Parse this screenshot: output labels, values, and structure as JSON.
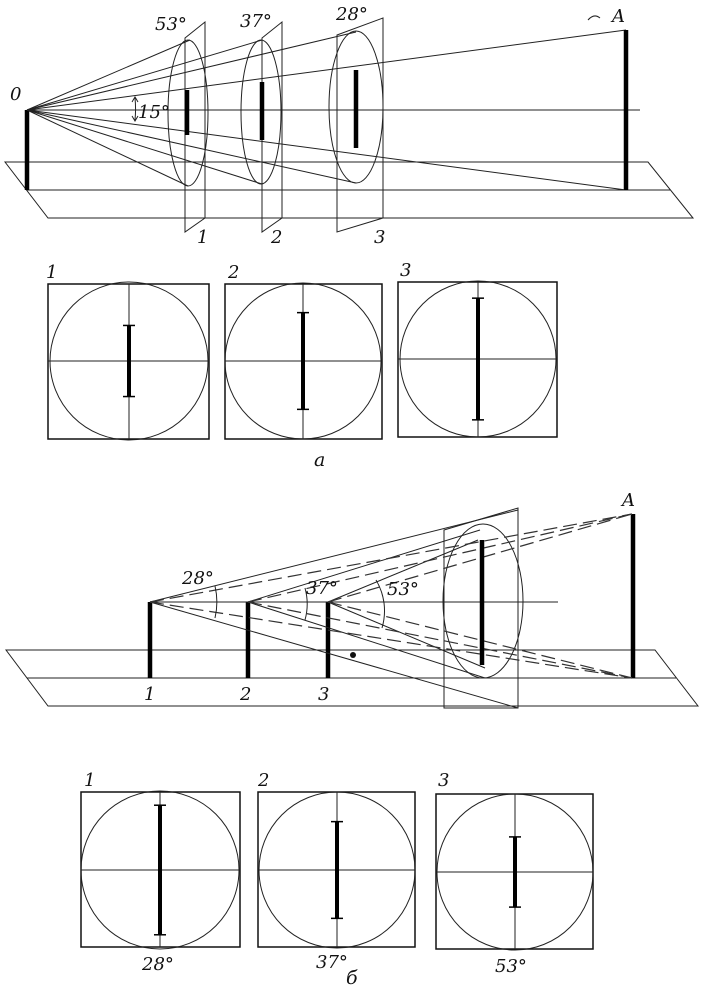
{
  "part_a": {
    "labels": {
      "observer": "0",
      "target": "A",
      "elevation_angle": "15°",
      "plane_1": "1",
      "plane_2": "2",
      "plane_3": "3"
    },
    "cone_angles": [
      "53°",
      "37°",
      "28°"
    ],
    "views": [
      {
        "num": "1",
        "object_fraction": 0.45
      },
      {
        "num": "2",
        "object_fraction": 0.62
      },
      {
        "num": "3",
        "object_fraction": 0.78
      }
    ],
    "caption": "а"
  },
  "part_b": {
    "labels": {
      "target": "A",
      "point_1": "1",
      "point_2": "2",
      "point_3": "3"
    },
    "cone_angles": [
      "28°",
      "37°",
      "53°"
    ],
    "views": [
      {
        "num": "1",
        "angle": "28°",
        "object_fraction": 0.82
      },
      {
        "num": "2",
        "angle": "37°",
        "object_fraction": 0.62
      },
      {
        "num": "3",
        "angle": "53°",
        "object_fraction": 0.45
      }
    ],
    "caption": "б"
  }
}
